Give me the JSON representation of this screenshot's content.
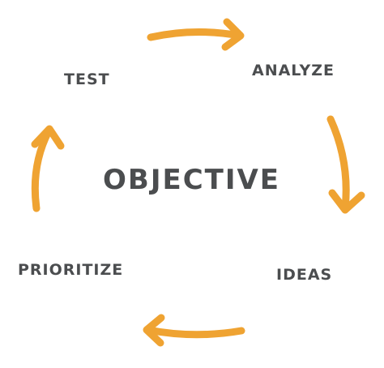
{
  "diagram": {
    "center_label": "OBJECTIVE",
    "steps": [
      "ANALYZE",
      "IDEAS",
      "PRIORITIZE",
      "TEST"
    ],
    "colors": {
      "arrow": "#EFA332",
      "text": "#4B4D4F",
      "background": "#FFFFFF"
    }
  }
}
